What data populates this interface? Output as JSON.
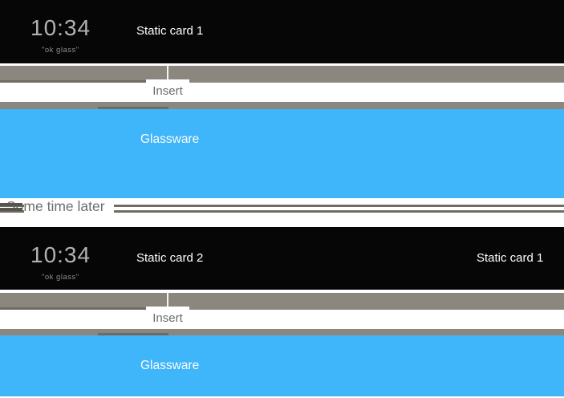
{
  "colors": {
    "timeline_black": "#060606",
    "bar_gray": "#8b877e",
    "bar_gray_dark": "#6f6b64",
    "glassware_blue": "#3fb5fa",
    "clock_gray": "#b2b2b2",
    "hotword_gray": "#8e8e8e",
    "card_label_white": "#ffffff",
    "insert_gray": "#6b6b6b",
    "divider_gray": "#6e6e6e",
    "divider_line": "#6f6c65"
  },
  "before": {
    "home_card": {
      "clock": "10:34",
      "hotword": "\"ok glass\""
    },
    "static_card_label": "Static card 1",
    "insert_label": "Insert",
    "glassware_label": "Glassware"
  },
  "divider": {
    "label": "Some time later"
  },
  "after": {
    "home_card": {
      "clock": "10:34",
      "hotword": "\"ok glass\""
    },
    "static_card_2_label": "Static card 2",
    "static_card_1_label": "Static card 1",
    "insert_label": "Insert",
    "glassware_label": "Glassware"
  }
}
